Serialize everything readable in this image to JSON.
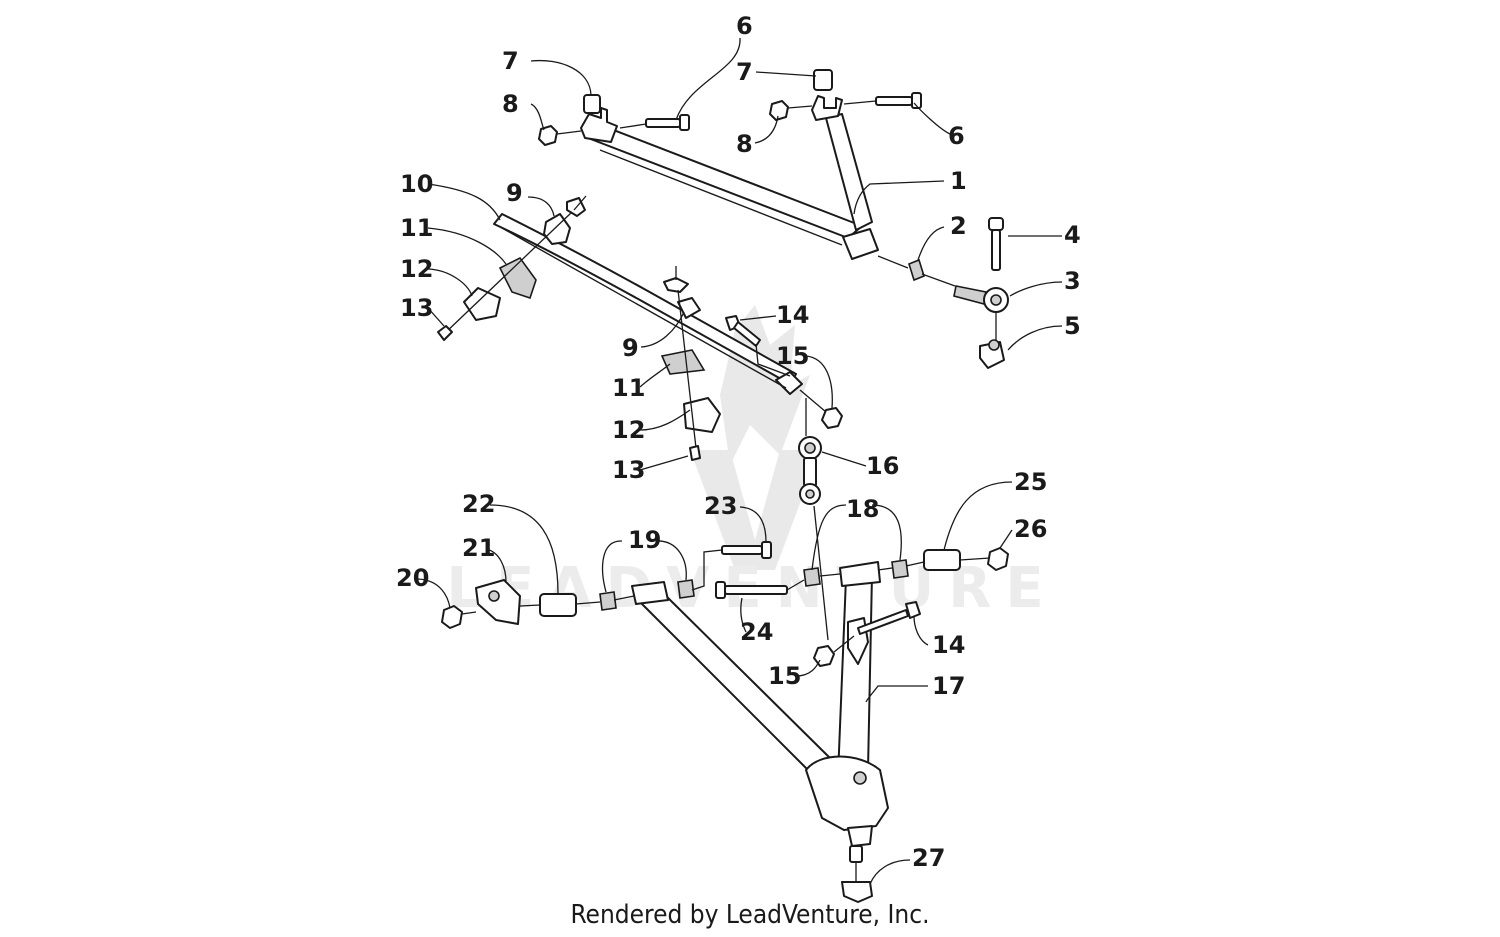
{
  "watermark": {
    "text": "LEADVENTURE"
  },
  "footer": {
    "text": "Rendered by LeadVenture, Inc."
  },
  "callouts": [
    {
      "id": "c1",
      "label": "1"
    },
    {
      "id": "c2",
      "label": "2"
    },
    {
      "id": "c3",
      "label": "3"
    },
    {
      "id": "c4",
      "label": "4"
    },
    {
      "id": "c5",
      "label": "5"
    },
    {
      "id": "c6a",
      "label": "6"
    },
    {
      "id": "c6b",
      "label": "6"
    },
    {
      "id": "c7a",
      "label": "7"
    },
    {
      "id": "c7b",
      "label": "7"
    },
    {
      "id": "c8a",
      "label": "8"
    },
    {
      "id": "c8b",
      "label": "8"
    },
    {
      "id": "c9a",
      "label": "9"
    },
    {
      "id": "c9b",
      "label": "9"
    },
    {
      "id": "c10",
      "label": "10"
    },
    {
      "id": "c11a",
      "label": "11"
    },
    {
      "id": "c11b",
      "label": "11"
    },
    {
      "id": "c12a",
      "label": "12"
    },
    {
      "id": "c12b",
      "label": "12"
    },
    {
      "id": "c13a",
      "label": "13"
    },
    {
      "id": "c13b",
      "label": "13"
    },
    {
      "id": "c14a",
      "label": "14"
    },
    {
      "id": "c14b",
      "label": "14"
    },
    {
      "id": "c15a",
      "label": "15"
    },
    {
      "id": "c15b",
      "label": "15"
    },
    {
      "id": "c16",
      "label": "16"
    },
    {
      "id": "c17",
      "label": "17"
    },
    {
      "id": "c18",
      "label": "18"
    },
    {
      "id": "c19",
      "label": "19"
    },
    {
      "id": "c20",
      "label": "20"
    },
    {
      "id": "c21",
      "label": "21"
    },
    {
      "id": "c22",
      "label": "22"
    },
    {
      "id": "c23",
      "label": "23"
    },
    {
      "id": "c24",
      "label": "24"
    },
    {
      "id": "c25",
      "label": "25"
    },
    {
      "id": "c26",
      "label": "26"
    },
    {
      "id": "c27",
      "label": "27"
    }
  ]
}
